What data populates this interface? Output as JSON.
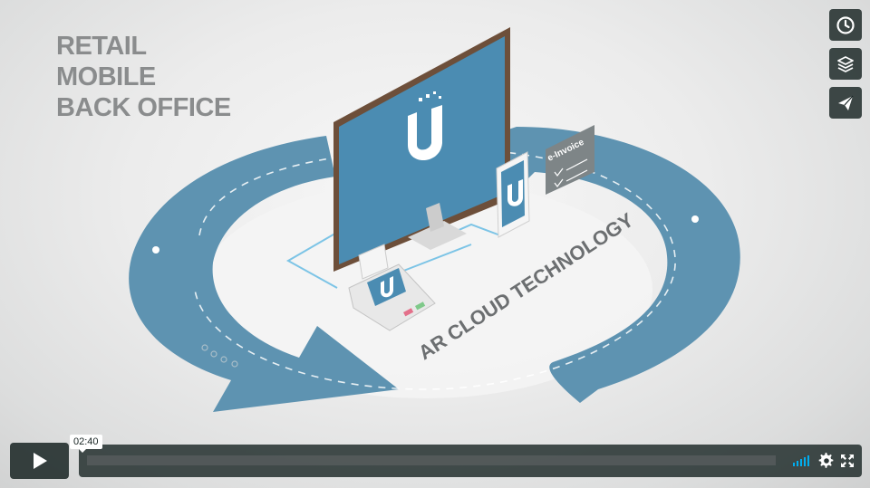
{
  "video": {
    "headline": [
      "RETAIL",
      "MOBILE",
      "BACK OFFICE"
    ],
    "ring_label": "AR CLOUD TECHNOLOGY",
    "invoice_label": "e-Invoice",
    "brand_color": "#4a8db6",
    "accent_color": "#00adef"
  },
  "side_controls": {
    "watch_later_icon": "clock-icon",
    "collections_icon": "layers-icon",
    "share_icon": "paper-plane-icon"
  },
  "player": {
    "play_icon": "play-icon",
    "time_tooltip": "02:40",
    "progress_fraction": 0,
    "volume_icon": "volume-bars-icon",
    "settings_icon": "gear-icon",
    "fullscreen_icon": "fullscreen-icon"
  }
}
